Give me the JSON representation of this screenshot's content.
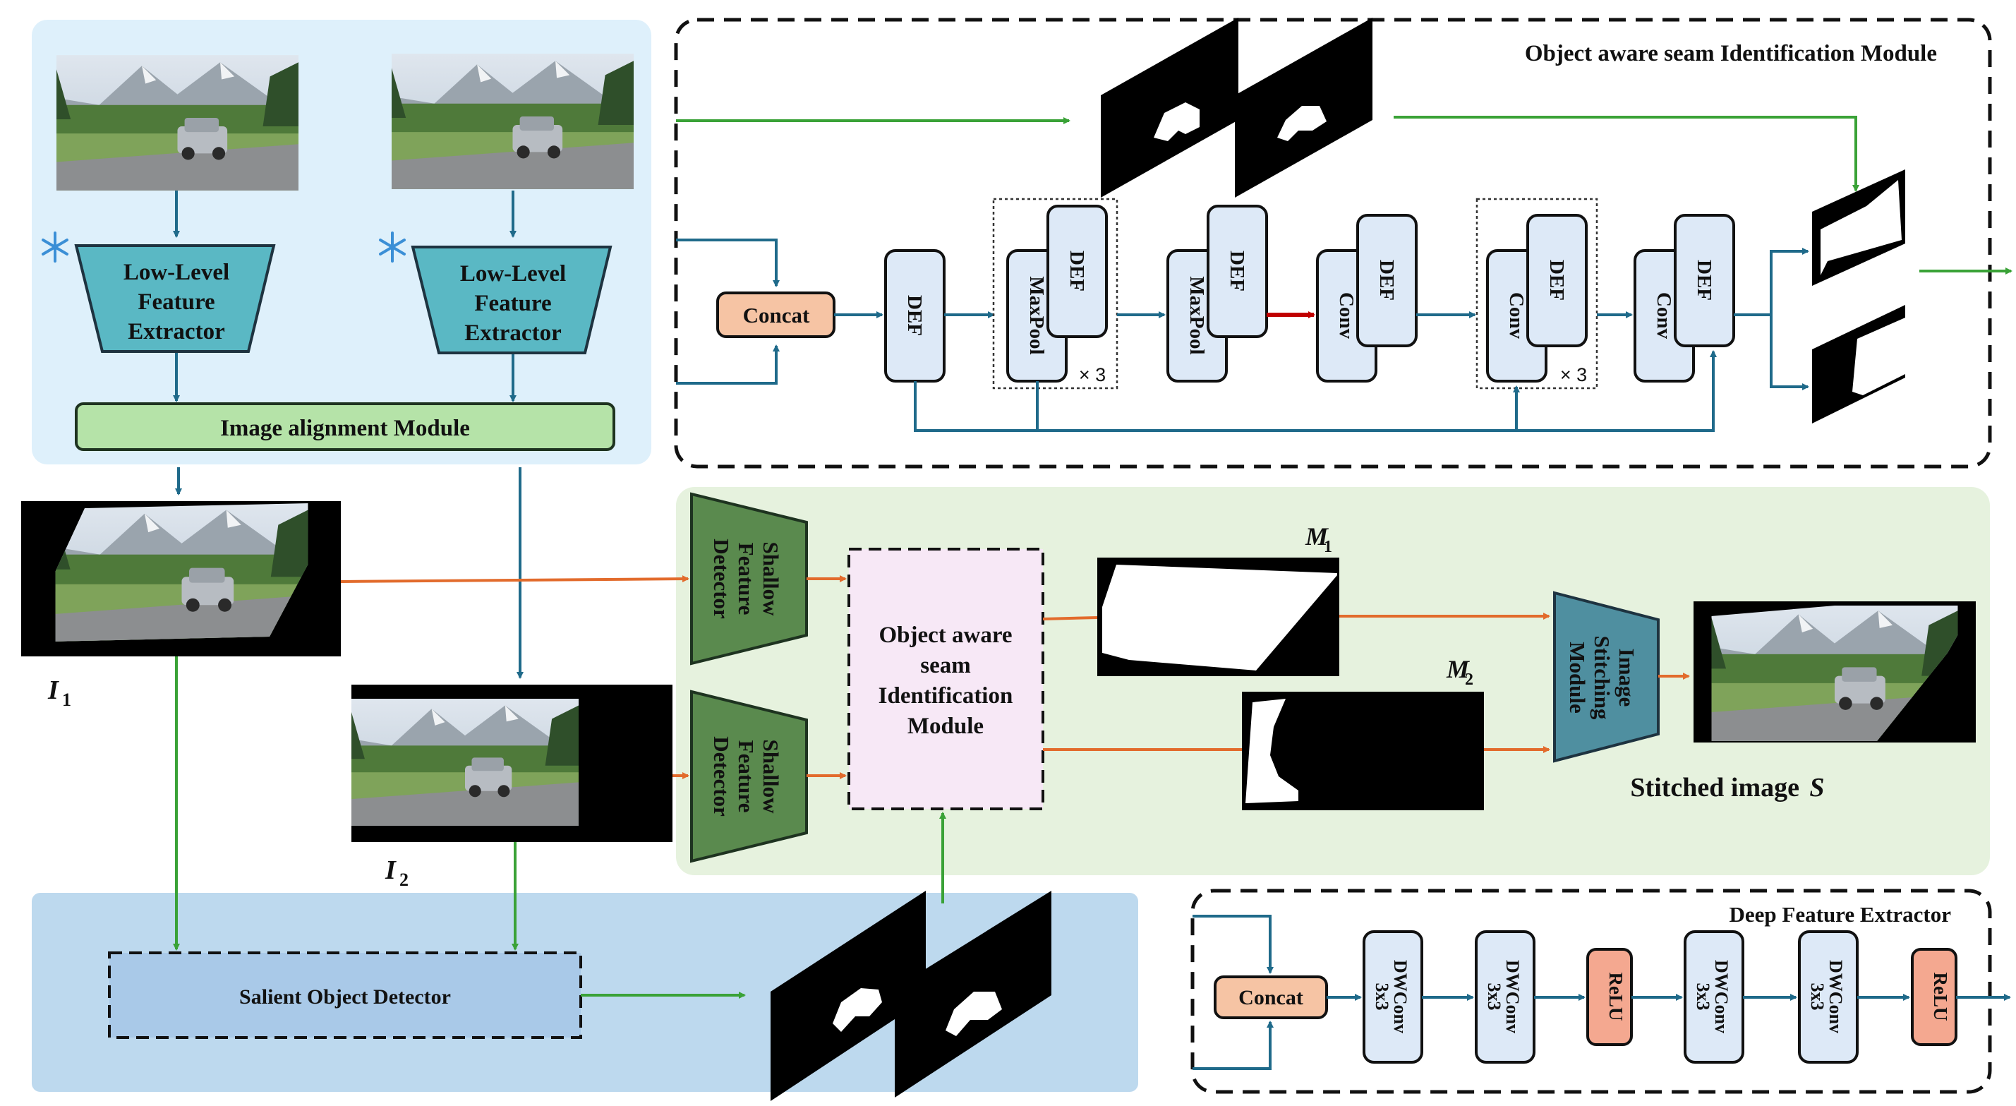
{
  "colors": {
    "blue_arrow": "#1f6a8a",
    "green_arrow": "#3aa237",
    "orange_arrow": "#e26b2c",
    "red_arrow": "#c00000",
    "box_fill": "#dde9f7",
    "concat_fill": "#f6c4a4",
    "relu_fill": "#f4a890",
    "teal_trap": "#5ab8c4",
    "shallow_trap": "#5a8a4e",
    "stitch_trap": "#4f8fa0",
    "alignment_fill": "#b5e3a8",
    "light_blue_panel": "#def0fb",
    "green_panel": "#e6f2de",
    "salient_panel": "#bdd9ee",
    "salient_box": "#a9c9e8",
    "seam_box": "#f7e8f6"
  },
  "top_left": {
    "extractor_1": [
      "Low-Level",
      "Feature",
      "Extractor"
    ],
    "extractor_2": [
      "Low-Level",
      "Feature",
      "Extractor"
    ],
    "alignment": "Image alignment Module",
    "freeze_icon": "snowflake-icon"
  },
  "seam_module": {
    "title": "Object aware seam Identification Module",
    "concat": "Concat",
    "def": "DEF",
    "maxpool": "MaxPool",
    "conv": "Conv",
    "times3": "× 3"
  },
  "middle": {
    "i1_main": "I",
    "i1_sub": "1",
    "i2_main": "I",
    "i2_sub": "2",
    "shallow": [
      "Shallow",
      "Feature",
      "Detector"
    ],
    "seam": [
      "Object aware",
      "seam",
      "Identification",
      "Module"
    ],
    "m1_main": "M",
    "m1_sub": "1",
    "m2_main": "M",
    "m2_sub": "2",
    "stitching": [
      "Image",
      "Stitching",
      "Module"
    ],
    "stitched_label": "Stitched image",
    "stitched_symbol": "S"
  },
  "salient": {
    "label": "Salient Object Detector"
  },
  "deep": {
    "title": "Deep Feature Extractor",
    "concat": "Concat",
    "dwconv": [
      "DWConv",
      "3x3"
    ],
    "relu": "ReLU"
  }
}
